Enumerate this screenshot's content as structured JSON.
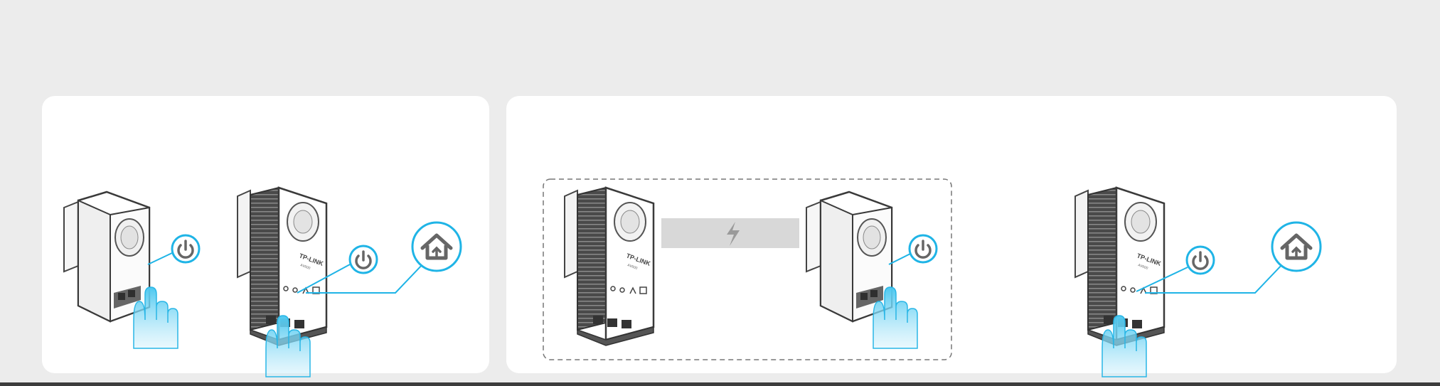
{
  "diagram": {
    "adapters": [
      {
        "brand": "",
        "model": ""
      },
      {
        "brand": "TP-LINK",
        "model": "AV600"
      },
      {
        "brand": "TP-LINK",
        "model": "AV600"
      },
      {
        "brand": "",
        "model": ""
      },
      {
        "brand": "TP-LINK",
        "model": "AV600"
      }
    ],
    "icons": {
      "power": "power-icon",
      "home": "home-icon",
      "link": "lightning-icon",
      "hand": "pointing-hand-icon"
    },
    "colors": {
      "accent": "#1fb4e6",
      "panel": "#ffffff",
      "background": "#ececec",
      "device_shell": "#f4f4f4",
      "device_dark": "#5a5a5a",
      "link_bar": "#d8d8d8"
    }
  }
}
